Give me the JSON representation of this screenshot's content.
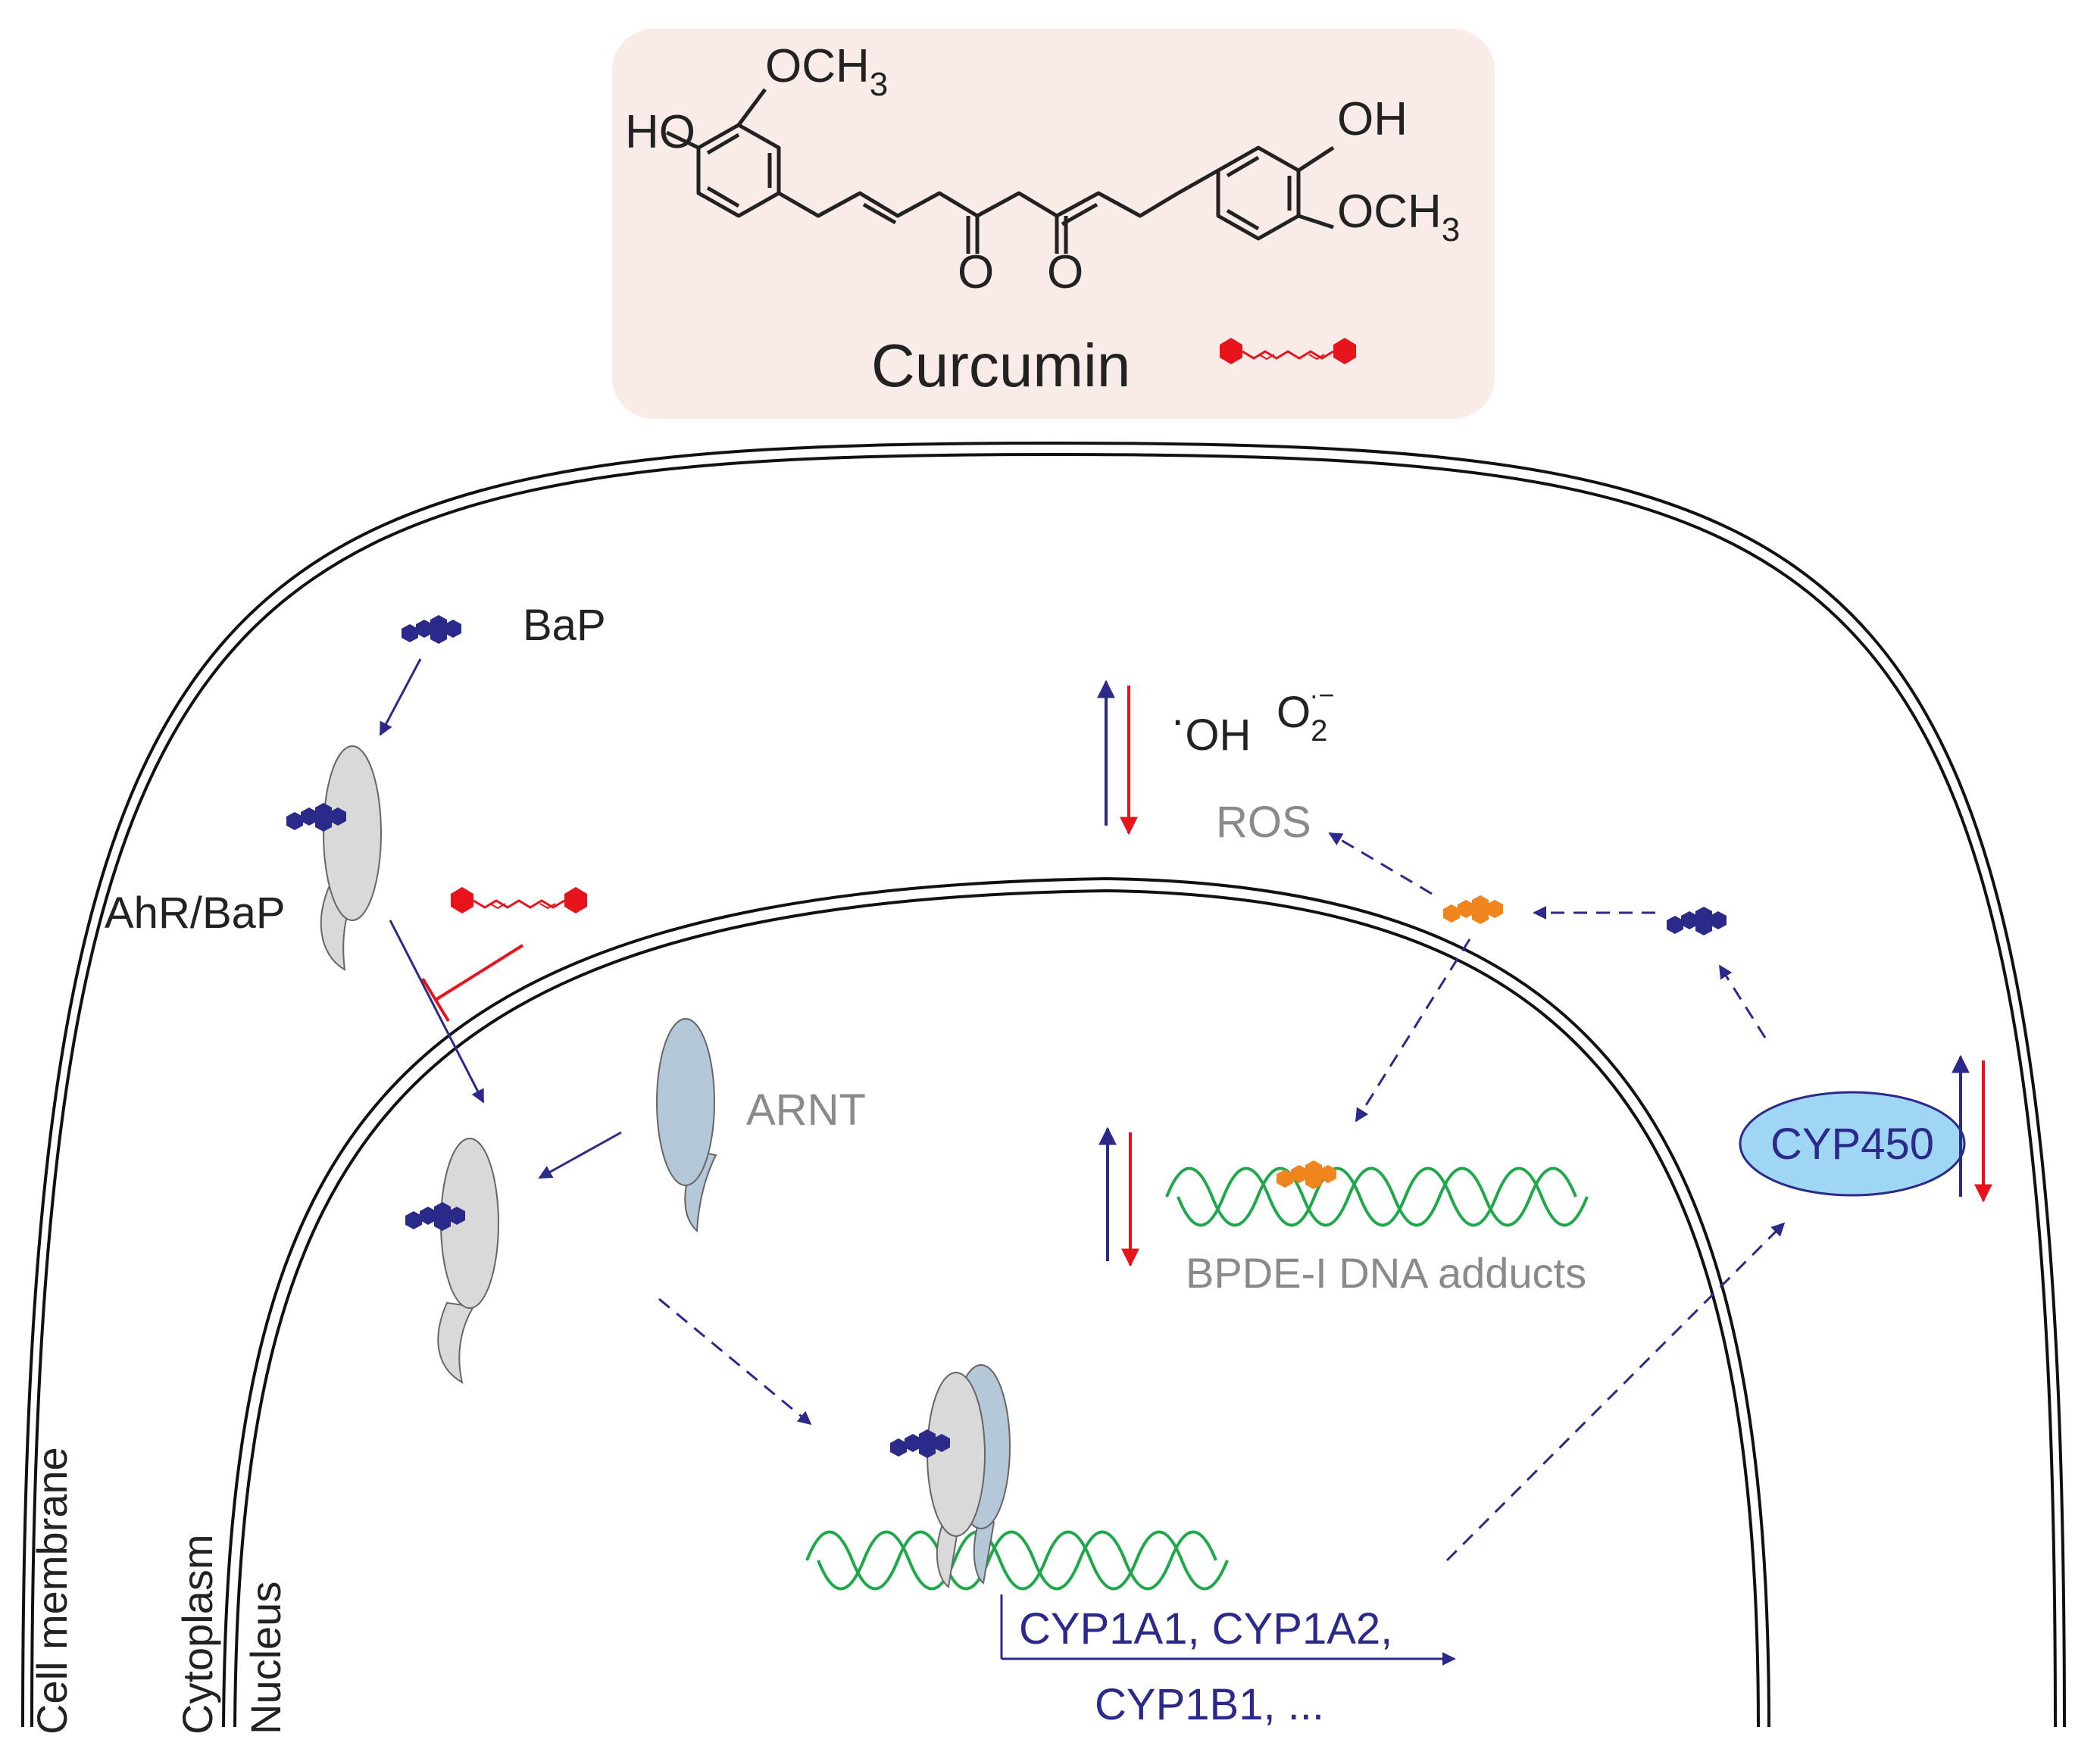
{
  "compound": {
    "name": "Curcumin",
    "substituents": {
      "methoxy_top": "OCH",
      "methoxy_right": "OCH",
      "subscript": "3",
      "hydroxy_left": "HO",
      "hydroxy_right": "OH",
      "carbonyl_left": "O",
      "carbonyl_right": "O"
    }
  },
  "labels": {
    "bap": "BaP",
    "ahr_bap": "AhR/BaP",
    "arnt": "ARNT",
    "hydroxyl_radical": "OH",
    "radical_dot": "·",
    "superoxide": "O",
    "superoxide_sub": "2",
    "superoxide_charge": "·−",
    "ros": "ROS",
    "cyp450": "CYP450",
    "dna_adducts": "BPDE-I DNA adducts",
    "genes_line1": "CYP1A1, CYP1A2,",
    "genes_line2": "CYP1B1, ...",
    "cell_membrane": "Cell membrane",
    "cytoplasm": "Cytoplasm",
    "nucleus": "Nucleus"
  },
  "colors": {
    "curcumin_box_bg": "#f9ece8",
    "bap_navy": "#2b2a8a",
    "metabolite_orange": "#f0851e",
    "curcumin_red": "#e8141c",
    "inhibit_red": "#e8141c",
    "dna_green": "#1ea84a",
    "ahr_grey": "#d9d9d9",
    "arnt_blue": "#b4c8d8",
    "cyp450_fill": "#9fd6f3",
    "cyp450_text": "#2b2a8a",
    "grey_text": "#8a8a8a",
    "arrow_navy": "#2b2a8a"
  },
  "icons": {
    "bap": "bap-molecule-icon",
    "metabolite": "bpde-metabolite-icon",
    "curcumin": "curcumin-molecule-icon"
  }
}
